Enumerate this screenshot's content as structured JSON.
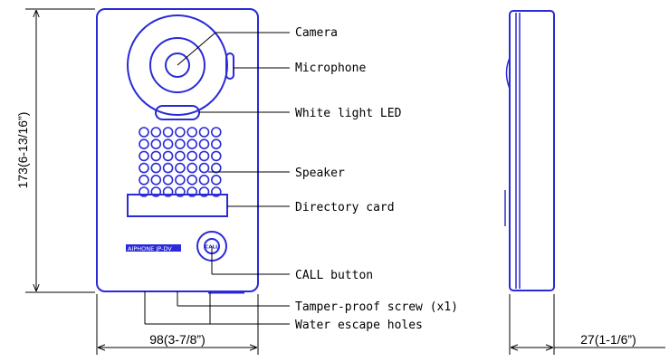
{
  "callouts": {
    "camera": "Camera",
    "microphone": "Microphone",
    "white_led": "White light LED",
    "speaker": "Speaker",
    "directory_card": "Directory card",
    "call_button": "CALL button",
    "tamper_screw": "Tamper-proof screw (x1)",
    "water_holes": "Water escape holes"
  },
  "dimensions": {
    "height": "173(6-13/16”)",
    "width": "98(3-7/8”)",
    "depth": "27(1-1/6”)"
  },
  "device": {
    "brand": "AIPHONE",
    "model": "JP-DV",
    "button_text": "CALL"
  },
  "colors": {
    "outline": "#2a2ad8",
    "leader": "#000000"
  }
}
